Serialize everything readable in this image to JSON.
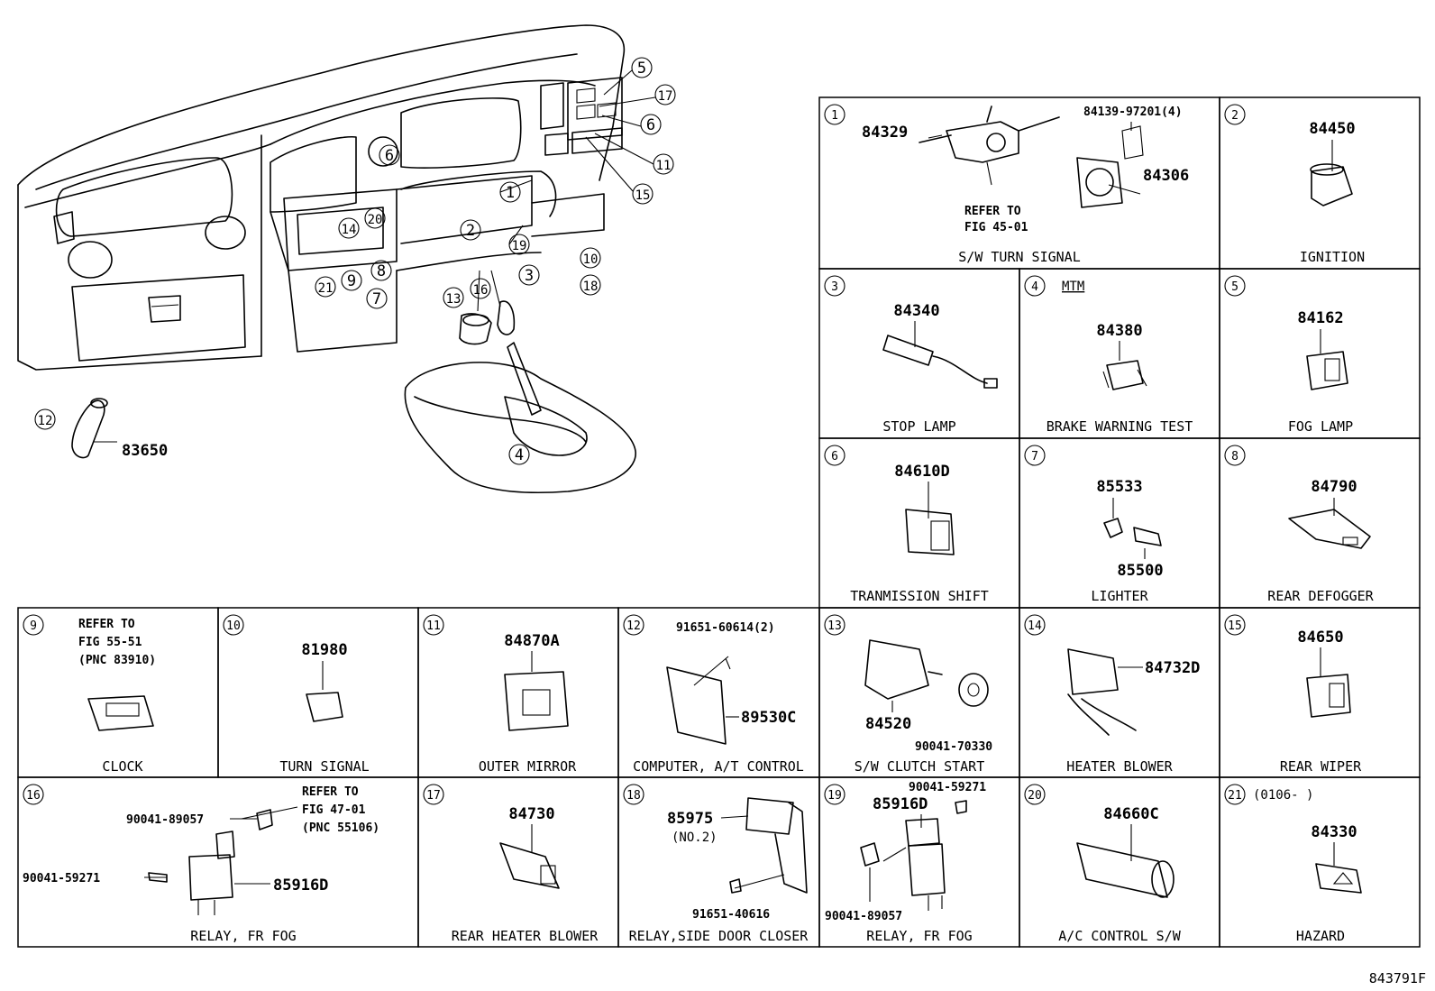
{
  "overview": {
    "callouts": [
      "5",
      "17",
      "6",
      "11",
      "15",
      "6",
      "1",
      "14",
      "20",
      "2",
      "19",
      "10",
      "18",
      "3",
      "21",
      "9",
      "8",
      "7",
      "13",
      "16",
      "4",
      "12"
    ],
    "part_83650": "83650"
  },
  "cells": [
    {
      "index": "1",
      "caption": "S/W TURN SIGNAL",
      "parts": [
        "84329",
        "84139-97201(4)",
        "84306"
      ],
      "refer": [
        "REFER TO",
        "FIG 45-01"
      ]
    },
    {
      "index": "2",
      "caption": "IGNITION",
      "parts": [
        "84450"
      ]
    },
    {
      "index": "3",
      "caption": "STOP LAMP",
      "parts": [
        "84340"
      ]
    },
    {
      "index": "4",
      "caption": "BRAKE WARNING TEST",
      "parts": [
        "84380"
      ],
      "tag": "MTM"
    },
    {
      "index": "5",
      "caption": "FOG LAMP",
      "parts": [
        "84162"
      ]
    },
    {
      "index": "6",
      "caption": "TRANMISSION SHIFT",
      "parts": [
        "84610D"
      ]
    },
    {
      "index": "7",
      "caption": "LIGHTER",
      "parts": [
        "85533",
        "85500"
      ]
    },
    {
      "index": "8",
      "caption": "REAR DEFOGGER",
      "parts": [
        "84790"
      ]
    },
    {
      "index": "9",
      "caption": "CLOCK",
      "parts": [],
      "refer": [
        "REFER TO",
        "FIG 55-51",
        "(PNC 83910)"
      ]
    },
    {
      "index": "10",
      "caption": "TURN SIGNAL",
      "parts": [
        "81980"
      ]
    },
    {
      "index": "11",
      "caption": "OUTER MIRROR",
      "parts": [
        "84870A"
      ]
    },
    {
      "index": "12",
      "caption": "COMPUTER, A/T CONTROL",
      "parts": [
        "91651-60614(2)",
        "89530C"
      ]
    },
    {
      "index": "13",
      "caption": "S/W CLUTCH START",
      "parts": [
        "84520",
        "90041-70330"
      ]
    },
    {
      "index": "14",
      "caption": "HEATER BLOWER",
      "parts": [
        "84732D"
      ]
    },
    {
      "index": "15",
      "caption": "REAR WIPER",
      "parts": [
        "84650"
      ]
    },
    {
      "index": "16",
      "caption": "RELAY, FR FOG",
      "parts": [
        "90041-89057",
        "90041-59271",
        "85916D"
      ],
      "refer": [
        "REFER TO",
        "FIG 47-01",
        "(PNC 55106)"
      ]
    },
    {
      "index": "17",
      "caption": "REAR HEATER BLOWER",
      "parts": [
        "84730"
      ]
    },
    {
      "index": "18",
      "caption": "RELAY,SIDE DOOR CLOSER",
      "parts": [
        "85975",
        "(NO.2)",
        "91651-40616"
      ]
    },
    {
      "index": "19",
      "caption": "RELAY, FR FOG",
      "parts": [
        "90041-59271",
        "85916D",
        "90041-89057"
      ]
    },
    {
      "index": "20",
      "caption": "A/C CONTROL S/W",
      "parts": [
        "84660C"
      ]
    },
    {
      "index": "21",
      "caption": "HAZARD",
      "parts": [
        "84330"
      ],
      "tag": "(0106-      )"
    }
  ],
  "figure_id": "843791F"
}
